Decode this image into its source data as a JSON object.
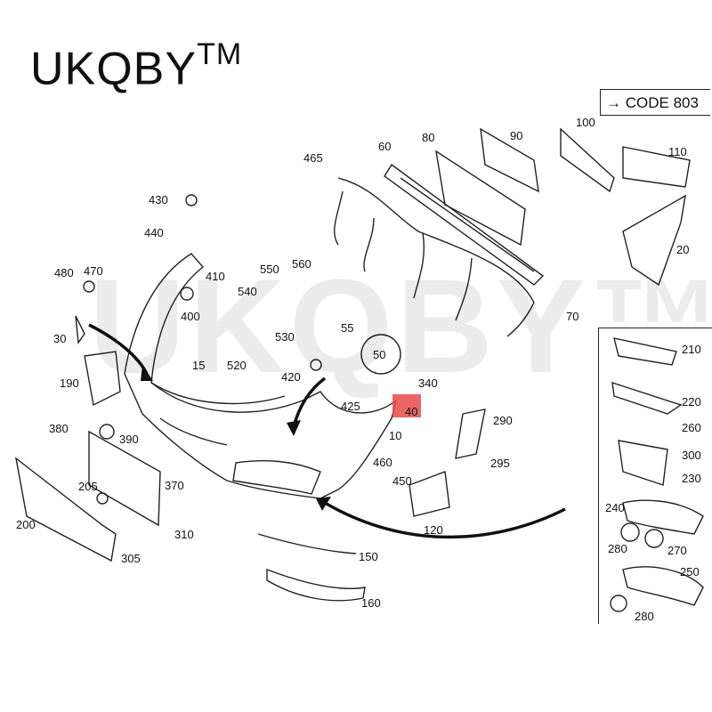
{
  "brand": {
    "name": "UKQBY",
    "trademark": "TM"
  },
  "watermark": "UKQBY™",
  "code_badge": "CODE 803",
  "callouts": [
    "10",
    "15",
    "20",
    "30",
    "40",
    "50",
    "55",
    "60",
    "70",
    "80",
    "90",
    "100",
    "110",
    "120",
    "150",
    "160",
    "190",
    "200",
    "205",
    "210",
    "220",
    "230",
    "240",
    "250",
    "260",
    "270",
    "280",
    "280",
    "290",
    "295",
    "300",
    "305",
    "310",
    "340",
    "370",
    "380",
    "390",
    "400",
    "410",
    "420",
    "425",
    "430",
    "440",
    "450",
    "460",
    "465",
    "470",
    "480",
    "520",
    "530",
    "540",
    "550",
    "560"
  ],
  "highlight_color": "#e84a4a"
}
